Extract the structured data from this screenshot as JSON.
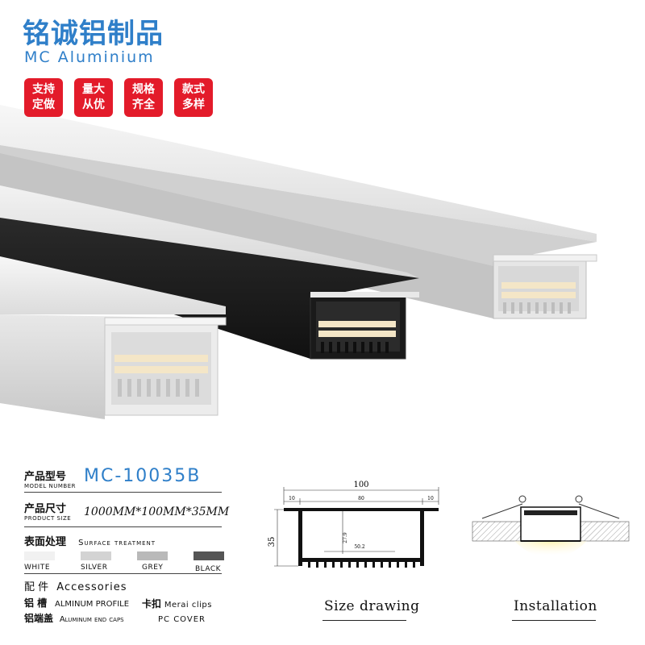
{
  "brand": {
    "name_cn": "铭诚铝制品",
    "name_en": "MC Aluminium"
  },
  "badges": [
    {
      "line1": "支持",
      "line2": "定做"
    },
    {
      "line1": "量大",
      "line2": "从优"
    },
    {
      "line1": "规格",
      "line2": "齐全"
    },
    {
      "line1": "款式",
      "line2": "多样"
    }
  ],
  "colors": {
    "brand_blue": "#2f7fc9",
    "badge_red": "#e31b2a"
  },
  "specs": {
    "model_label_cn": "产品型号",
    "model_label_en": "MODEL NUMBER",
    "model_value": "MC-10035B",
    "size_label_cn": "产品尺寸",
    "size_label_en": "PRODUCT SIZE",
    "size_value": "1000MM*100MM*35MM",
    "surface_label_cn": "表面处理",
    "surface_label_en": "Surface treatment",
    "finishes": [
      {
        "name": "WHITE",
        "color": "#f1f1f1"
      },
      {
        "name": "SILVER",
        "color": "#d3d3d3"
      },
      {
        "name": "GREY",
        "color": "#b9b9b9"
      },
      {
        "name": "BLACK",
        "color": "#555555"
      }
    ]
  },
  "accessories": {
    "title_cn": "配 件",
    "title_en": "Accessories",
    "items": [
      {
        "cn": "铝 槽",
        "en": "ALMINUM PROFILE"
      },
      {
        "cn": "卡扣",
        "en": "Merai clips"
      },
      {
        "cn": "铝端盖",
        "en": "Aluminum end caps"
      },
      {
        "cn": "",
        "en": "PC COVER"
      }
    ]
  },
  "drawing": {
    "width": "100",
    "left_margin": "10",
    "center": "80",
    "right_margin": "10",
    "height": "35",
    "inner_height": "27.9",
    "inner_width": "50.2",
    "caption": "Size drawing"
  },
  "installation": {
    "caption": "Installation"
  }
}
